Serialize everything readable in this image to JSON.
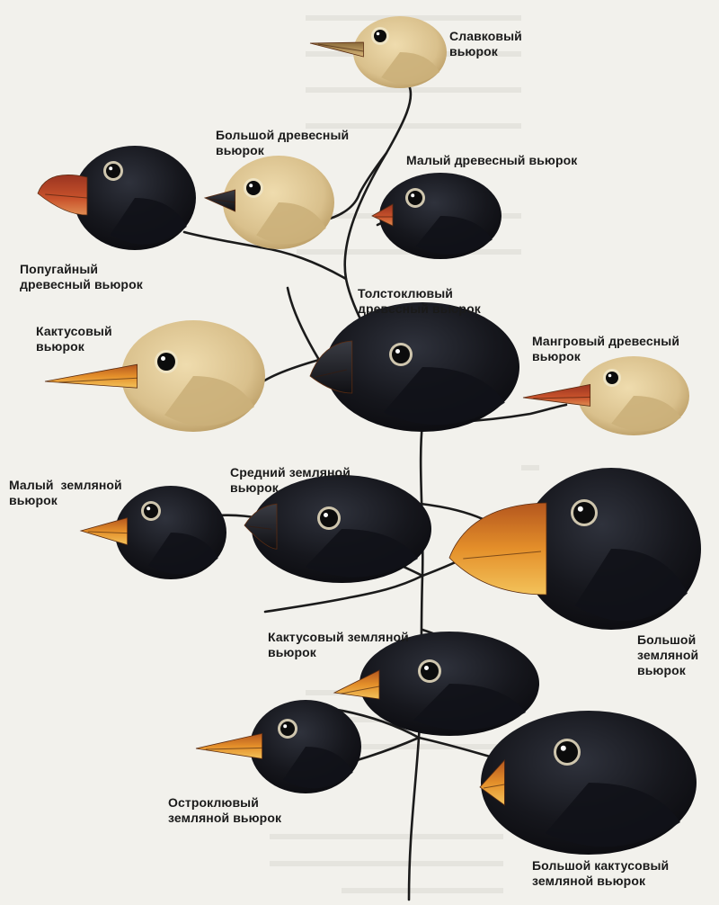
{
  "species": [
    {
      "key": "warbler",
      "label": "Славковый\nвьюрок",
      "plumage": "tan",
      "beak_color": "#b58a4a",
      "beak": "thin"
    },
    {
      "key": "large_tree",
      "label": "Большой древесный\nвьюрок",
      "plumage": "tan",
      "beak_color": "#1b1b1f",
      "beak": "medium"
    },
    {
      "key": "small_tree",
      "label": "Малый древесный вьюрок",
      "plumage": "black",
      "beak_color": "#c9442a",
      "beak": "short"
    },
    {
      "key": "vegetarian",
      "label": "Попугайный\nдревесный вьюрок",
      "plumage": "black",
      "beak_color": "#b5542c",
      "beak": "parrot"
    },
    {
      "key": "woodpecker",
      "label": "Кактусовый\nвьюрок",
      "plumage": "tan",
      "beak_color": "#e09a2a",
      "beak": "long"
    },
    {
      "key": "thickbill",
      "label": "Толстоклювый\nдревесный вьюрок",
      "plumage": "black",
      "beak_color": "#1c1c22",
      "beak": "heavy"
    },
    {
      "key": "mangrove",
      "label": "Мангровый древесный\nвьюрок",
      "plumage": "tan",
      "beak_color": "#c9531f",
      "beak": "long"
    },
    {
      "key": "small_ground",
      "label": "Малый  земляной\nвьюрок",
      "plumage": "black",
      "beak_color": "#e88b2a",
      "beak": "short"
    },
    {
      "key": "medium_ground",
      "label": "Средний земляной\nвьюрок",
      "plumage": "black",
      "beak_color": "#2a2a30",
      "beak": "heavy"
    },
    {
      "key": "large_ground",
      "label": "Большой\nземляной\nвьюрок",
      "plumage": "black",
      "beak_color": "#d9852a",
      "beak": "massive"
    },
    {
      "key": "cactus_ground",
      "label": "Кактусовый земляной\nвьюрок",
      "plumage": "black",
      "beak_color": "#e08f24",
      "beak": "long"
    },
    {
      "key": "sharp_ground",
      "label": "Остроклювый\nземляной вьюрок",
      "plumage": "black",
      "beak_color": "#e47a24",
      "beak": "pointed"
    },
    {
      "key": "large_cactus",
      "label": "Большой кактусовый\nземляной вьюрок",
      "plumage": "black",
      "beak_color": "#d8912e",
      "beak": "long"
    }
  ],
  "colors": {
    "tan_plumage": "#d9c08c",
    "black_plumage": "#15161c",
    "branch": "#1b1b1b",
    "background": "#f2f1ec"
  }
}
